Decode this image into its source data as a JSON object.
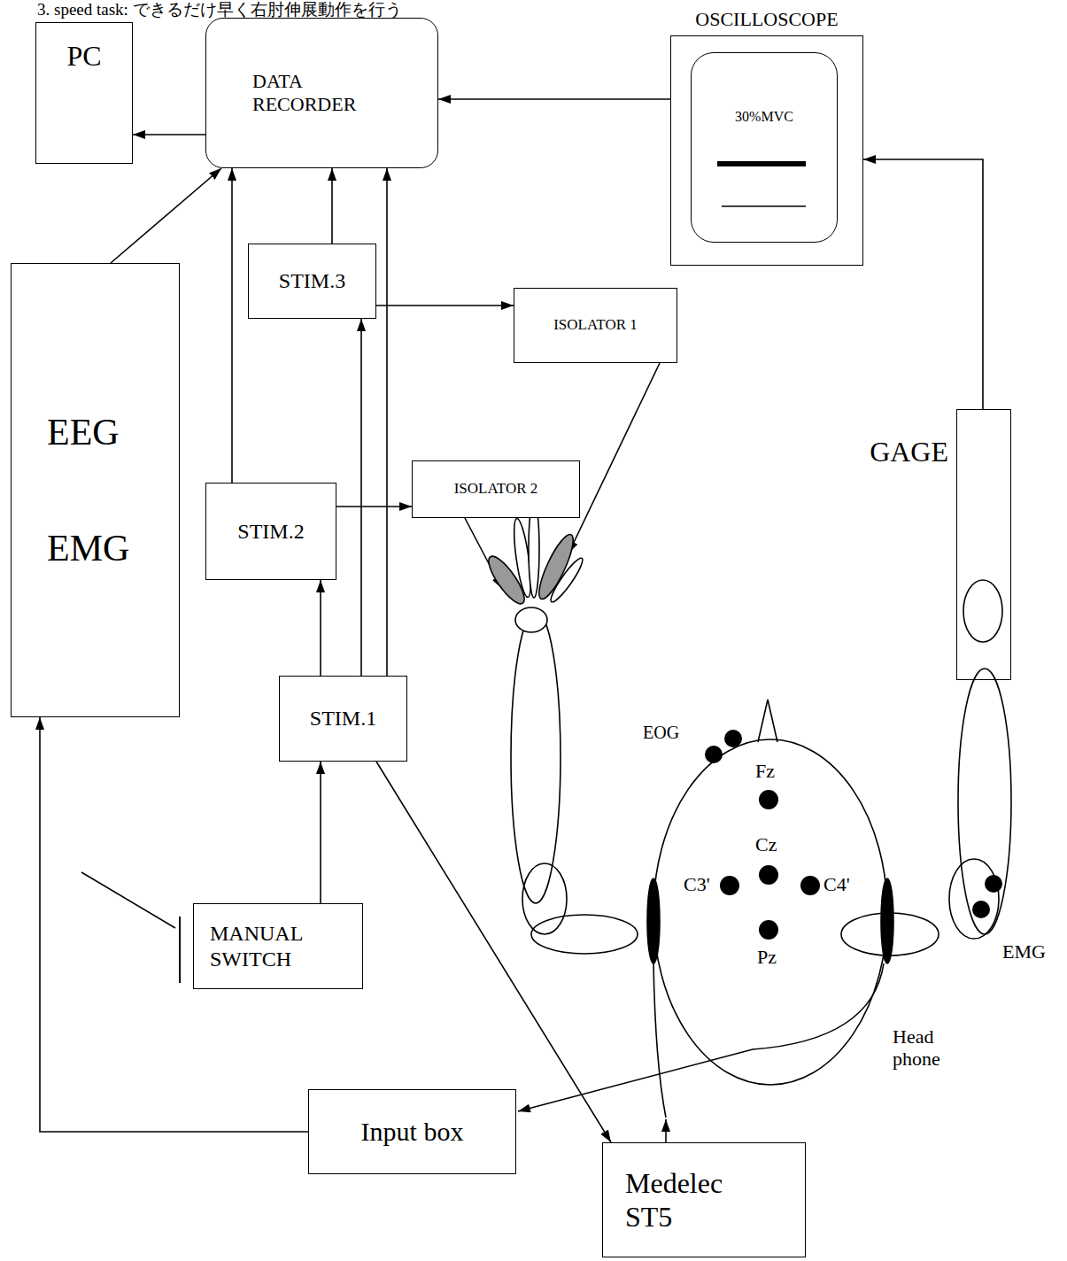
{
  "diagram": {
    "nodes": [
      {
        "text": [
          "PC"
        ]
      },
      {
        "text": [
          "DATA RECORDER"
        ]
      },
      {
        "text": [
          "OSCILLOSCOPE"
        ]
      },
      {
        "text": [
          "30%MVC"
        ],
        "in": 2
      },
      {
        "text": [
          "STIM.3"
        ]
      },
      {
        "text": [
          "ISOLATOR 1"
        ]
      },
      {
        "text": [
          "EEG",
          "EMG"
        ]
      },
      {
        "text": [
          "STIM.2"
        ]
      },
      {
        "text": [
          "ISOLATOR 2"
        ]
      },
      {
        "text": [
          "GAGE"
        ]
      },
      {
        "text": [
          "STIM.1"
        ]
      },
      {
        "text": [
          "MANUAL SWITCH"
        ]
      },
      {
        "text": [
          "Input box"
        ]
      },
      {
        "text": [
          "Medelec ST5"
        ]
      }
    ],
    "edges": [
      {
        "from": 1,
        "to": 0,
        "arrow": "to"
      },
      {
        "from": 2,
        "to": 1,
        "arrow": "to"
      },
      {
        "from": 9,
        "to": 2,
        "arrow": "to"
      },
      {
        "from": 6,
        "to": 1,
        "arrow": "to"
      },
      {
        "from": 7,
        "to": 1,
        "arrow": "to"
      },
      {
        "from": 4,
        "to": 1,
        "arrow": "to"
      },
      {
        "from": 10,
        "to": 1,
        "arrow": "to"
      },
      {
        "from": 10,
        "to": 7,
        "arrow": "to"
      },
      {
        "from": 10,
        "to": 4,
        "arrow": "to"
      },
      {
        "from": 4,
        "to": 5,
        "arrow": "to"
      },
      {
        "from": 7,
        "to": 8,
        "arrow": "to"
      },
      {
        "from": 11,
        "to": 10,
        "arrow": "to"
      },
      {
        "from": 12,
        "to": 6,
        "arrow": "to"
      },
      {
        "from": 10,
        "to": 13,
        "arrow": "to"
      }
    ],
    "labels": [
      "3. speed task: できるだけ早く右肘伸展動作を行う",
      "EOG",
      "Fz",
      "Cz",
      "C3'",
      "C4'",
      "Pz",
      "EMG",
      "Head phone"
    ]
  }
}
